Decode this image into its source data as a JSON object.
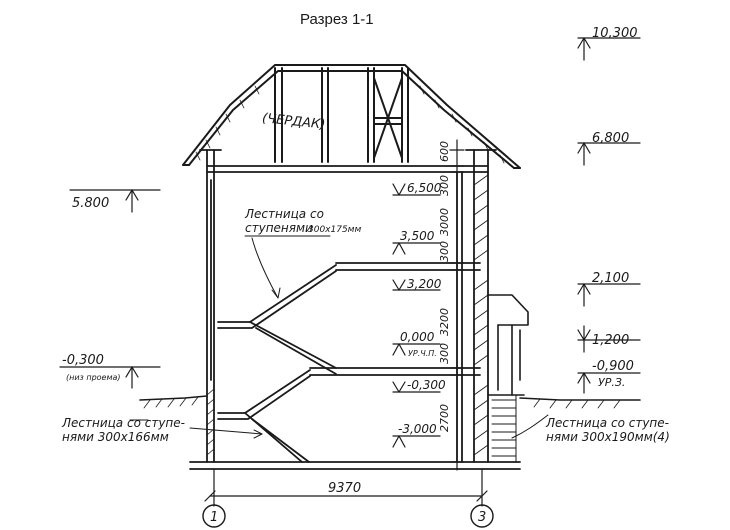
{
  "title": "Разрез 1-1",
  "attic_label": "(ЧЕРДАК)",
  "levels": {
    "ridge": "10,300",
    "attic_floor_right": "6,800",
    "eave_left": "5.800",
    "ceiling_2": "6,500",
    "floor_2_top": "3,500",
    "floor_2": "3,200",
    "window_top_right": "2,100",
    "window_bottom_right": "1,200",
    "zero": "0,000",
    "zero_note": "УР.Ч.П.",
    "basement_ceiling": "-0,300",
    "ground_left": "-0,300",
    "ground_left_note": "(низ проема)",
    "ground_right": "-0,900",
    "ground_right_note": "УР.З.",
    "basement_floor": "-3,000"
  },
  "dims": {
    "d600": "600",
    "d300a": "300",
    "d3000": "3000",
    "d300b": "300",
    "d3200": "3200",
    "d300c": "300",
    "d2700": "2700",
    "overall": "9370"
  },
  "stair_notes": {
    "upper_line1": "Лестница со",
    "upper_line2": "ступенями",
    "upper_size": "300х175мм",
    "lower_left_line1": "Лестница со ступе-",
    "lower_left_line2": "нями 300х166мм",
    "lower_right_line1": "Лестница со ступе-",
    "lower_right_line2": "нями 300х190мм(4)"
  },
  "axes": {
    "left": "1",
    "right": "3"
  }
}
